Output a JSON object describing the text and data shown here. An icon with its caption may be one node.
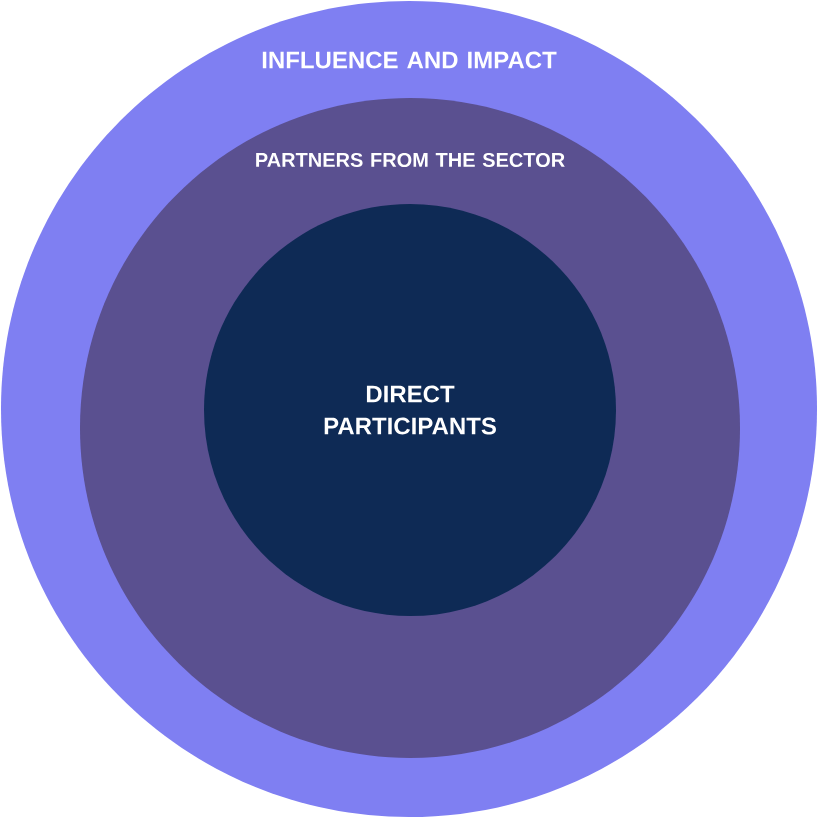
{
  "diagram": {
    "nodes": [
      {
        "text": [
          "INFLUENCE AND IMPACT"
        ]
      },
      {
        "text": [
          "PARTNERS FROM THE SECTOR"
        ],
        "in": 0
      },
      {
        "text": [
          "DIRECT PARTICIPANTS"
        ],
        "in": 1
      }
    ]
  }
}
